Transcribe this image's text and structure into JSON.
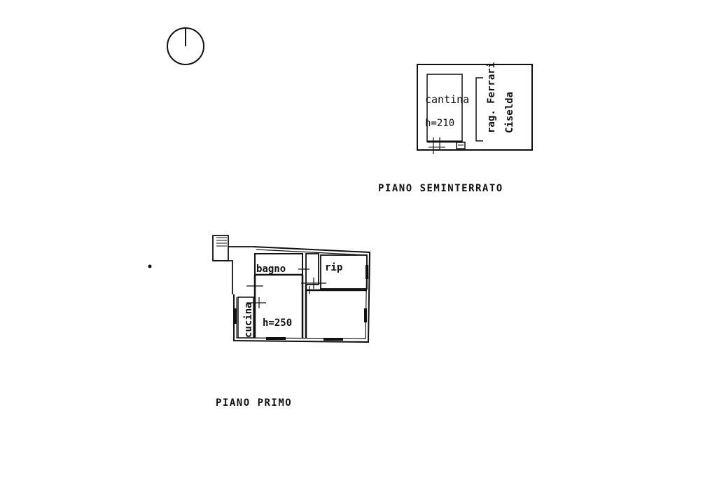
{
  "basement": {
    "room_name": "cantina",
    "room_height": "h=210",
    "owner_title": "rag. Ferrari",
    "owner_name": "Ciselda",
    "floor_title": "PIANO SEMINTERRATO"
  },
  "first_floor": {
    "bathroom": "bagno",
    "storage": "rip",
    "kitchen": "cucina",
    "room_height": "h=250",
    "floor_title": "PIANO PRIMO"
  },
  "colors": {
    "ink": "#111111",
    "background": "#ffffff"
  },
  "icons": {
    "north": "north-arrow-icon"
  }
}
